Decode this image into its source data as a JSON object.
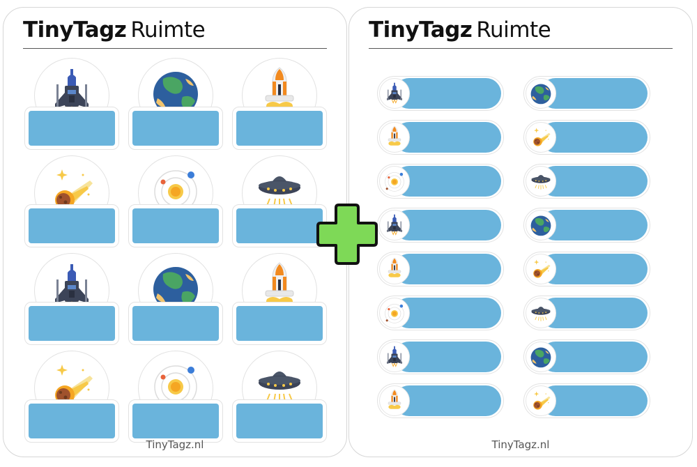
{
  "sheets": [
    {
      "brand": "TinyTagz",
      "subtitle": "Ruimte",
      "footer": "TinyTagz.nl"
    },
    {
      "brand": "TinyTagz",
      "subtitle": "Ruimte",
      "footer": "TinyTagz.nl"
    }
  ],
  "big_tags": [
    "spaceship-icon",
    "earth-icon",
    "shuttle-icon",
    "meteor-icon",
    "solar-system-icon",
    "ufo-icon",
    "spaceship-icon",
    "earth-icon",
    "shuttle-icon",
    "meteor-icon",
    "solar-system-icon",
    "ufo-icon"
  ],
  "small_tags_left": [
    "spaceship-icon",
    "shuttle-icon",
    "solar-system-icon",
    "spaceship-icon",
    "shuttle-icon",
    "solar-system-icon",
    "spaceship-icon",
    "shuttle-icon"
  ],
  "small_tags_right": [
    "earth-icon",
    "meteor-icon",
    "ufo-icon",
    "earth-icon",
    "meteor-icon",
    "ufo-icon",
    "earth-icon",
    "meteor-icon"
  ],
  "colors": {
    "label_blue": "#6ab4dc",
    "plus_green": "#7ed957",
    "plus_outline": "#111111"
  }
}
